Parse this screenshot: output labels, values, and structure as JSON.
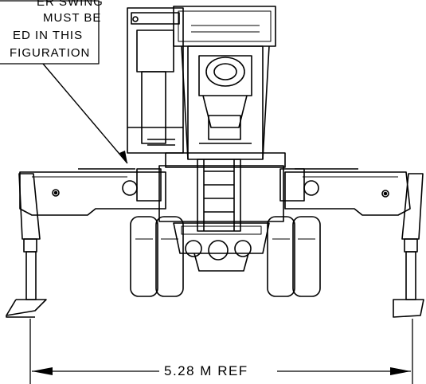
{
  "note": {
    "lines": [
      "ER SWING",
      "MUST BE",
      "ED IN THIS",
      "FIGURATION"
    ]
  },
  "dimension": {
    "label": "5.28 M REF"
  }
}
